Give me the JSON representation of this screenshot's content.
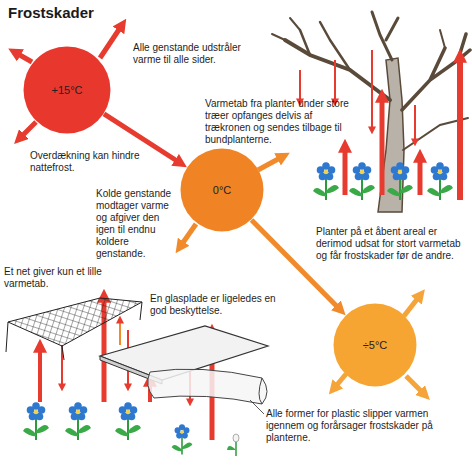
{
  "diagram": {
    "title": "Frostskader",
    "nodes": [
      {
        "text": [
          "+15°C"
        ]
      },
      {
        "text": [
          "0°C"
        ]
      },
      {
        "text": [
          "÷5°C"
        ]
      }
    ],
    "edges": [
      {
        "from": 0,
        "to": 1,
        "arrow": "to"
      },
      {
        "from": 1,
        "to": 2,
        "arrow": "to"
      }
    ],
    "labels": [
      "Alle genstande udstråler varme til alle sider.",
      "Varmetab fra planter under store træer opfanges delvis af trækronen og sendes tilbage til bundplanterne.",
      "Overdækning kan hindre nattefrost.",
      "Kolde genstande modtager varme og afgiver den igen til endnu koldere genstande.",
      "Planter på et åbent areal er derimod udsat for stort varmetab og får frostskader før de andre.",
      "Et net giver kun et lille varmetab.",
      "En glasplade er ligeledes en god beskyttelse.",
      "Alle former for plastic slipper varmen igennem og forårsager frostskader på planterne."
    ]
  }
}
